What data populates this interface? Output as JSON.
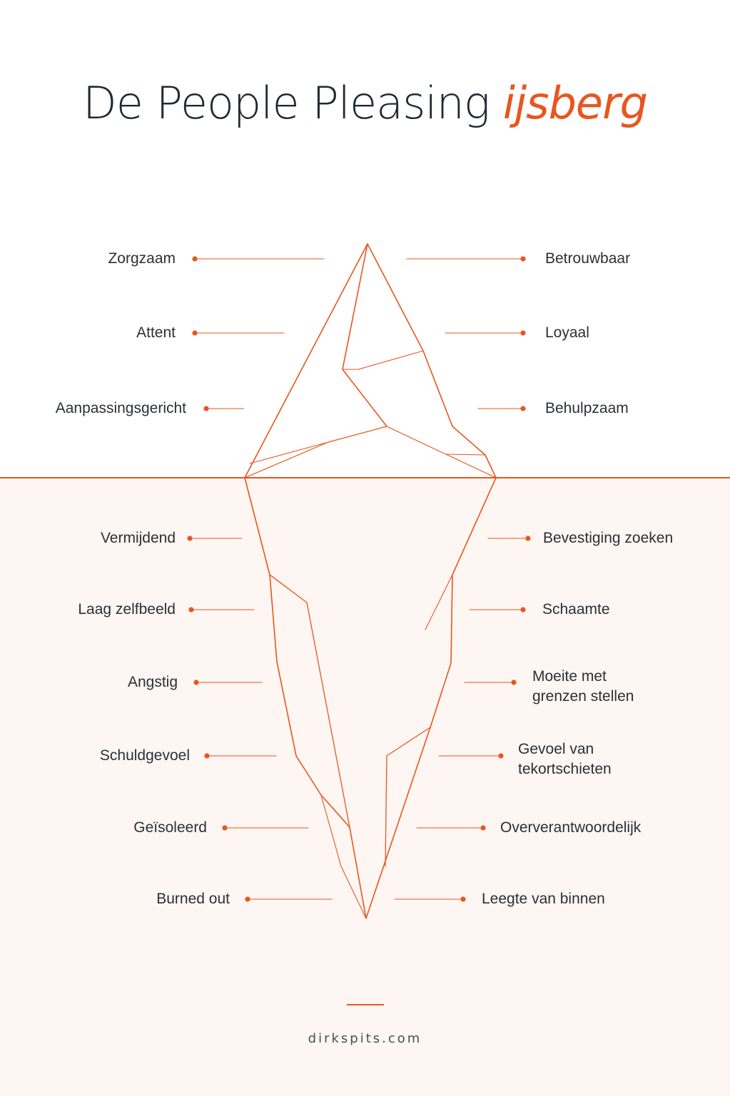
{
  "title": {
    "main": "De People Pleasing",
    "accent": "ijsberg"
  },
  "colors": {
    "accent": "#e8561f",
    "text": "#2a3038",
    "underwater_bg": "#fdf6f2"
  },
  "above_water": {
    "left": [
      "Zorgzaam",
      "Attent",
      "Aanpassingsgericht"
    ],
    "right": [
      "Betrouwbaar",
      "Loyaal",
      "Behulpzaam"
    ]
  },
  "below_water": {
    "left": [
      "Vermijdend",
      "Laag zelfbeeld",
      "Angstig",
      "Schuldgevoel",
      "Geïsoleerd",
      "Burned out"
    ],
    "right": [
      {
        "line1": "Bevestiging zoeken",
        "line2": ""
      },
      {
        "line1": "Schaamte",
        "line2": ""
      },
      {
        "line1": "Moeite met",
        "line2": "grenzen stellen"
      },
      {
        "line1": "Gevoel van",
        "line2": "tekortschieten"
      },
      {
        "line1": "Oververantwoordelijk",
        "line2": ""
      },
      {
        "line1": "Leegte van binnen",
        "line2": ""
      }
    ]
  },
  "footer": {
    "site": "dirkspits.com"
  }
}
